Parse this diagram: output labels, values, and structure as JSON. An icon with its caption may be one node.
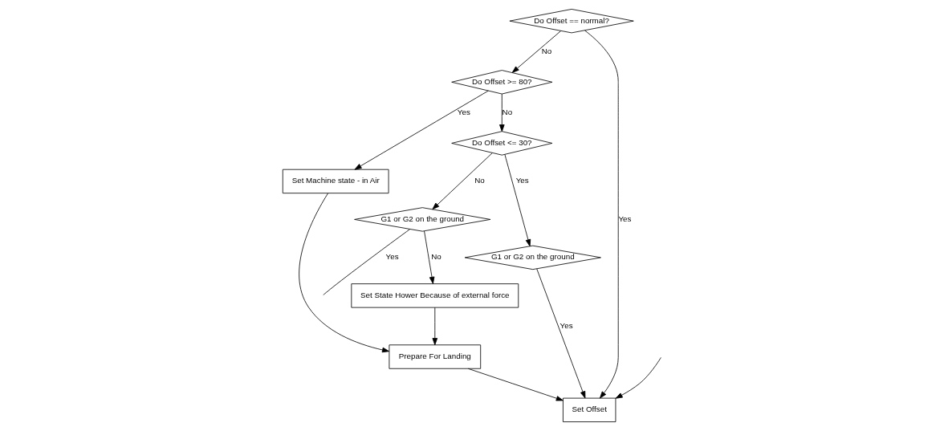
{
  "diagram": {
    "nodes": [
      {
        "text": [
          "Set State Hower Because of external force"
        ]
      },
      {
        "text": [
          "G1 or G2 on the ground"
        ]
      },
      {
        "text": [
          "Do Offset <= 30?"
        ]
      },
      {
        "text": [
          "Do Offset >= 80?"
        ]
      },
      {
        "text": [
          "Set Machine state - in Air"
        ]
      },
      {
        "text": [
          "Prepare For Landing"
        ]
      },
      {
        "text": [
          "G1 or G2 on the ground"
        ]
      },
      {
        "text": [
          "Do Offset == normal?"
        ]
      },
      {
        "text": [
          "Set Offset"
        ]
      }
    ],
    "edges": [
      {
        "from": 1,
        "to": 0,
        "arrow": "to",
        "label": "No"
      },
      {
        "from": 2,
        "to": 1,
        "arrow": "to",
        "label": "No"
      },
      {
        "from": 3,
        "to": 2,
        "arrow": "to",
        "label": "No"
      },
      {
        "from": 3,
        "to": 4,
        "arrow": "to",
        "label": "Yes"
      },
      {
        "from": 4,
        "to": 5,
        "arrow": "to"
      },
      {
        "from": 0,
        "to": 5,
        "arrow": "to"
      },
      {
        "from": 2,
        "to": 6,
        "arrow": "to",
        "label": "Yes"
      },
      {
        "from": 7,
        "to": 3,
        "arrow": "to",
        "label": "No"
      },
      {
        "from": 7,
        "to": 8,
        "arrow": "to",
        "label": "Yes"
      },
      {
        "from": 5,
        "to": 8,
        "arrow": "to"
      },
      {
        "from": 6,
        "to": 8,
        "arrow": "to",
        "label": "Yes"
      },
      {
        "from": 1,
        "to": null,
        "arrow": "none",
        "label": "Yes"
      },
      {
        "from": null,
        "to": 8,
        "arrow": "to"
      }
    ]
  }
}
